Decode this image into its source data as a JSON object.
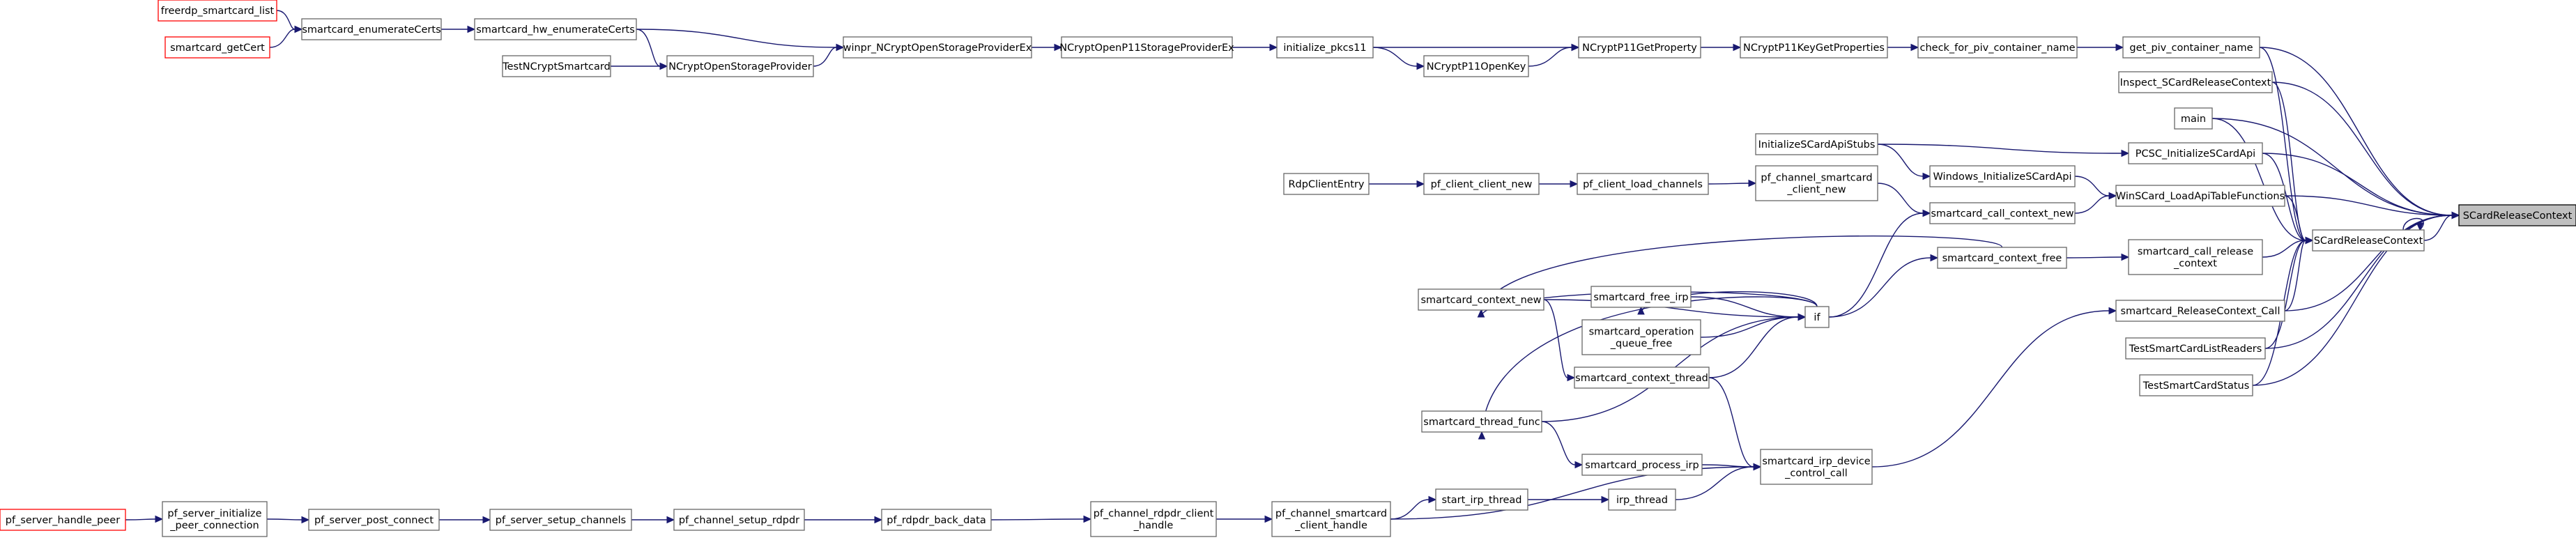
{
  "diagram": {
    "type": "call-graph",
    "colors": {
      "edge": "#191970",
      "box_border": "#666666",
      "missing_border": "#ff0000",
      "root_fill": "#bfbfbf"
    },
    "nodes": {
      "freerdp_smartcard_list": {
        "lines": [
          "freerdp_smartcard_list"
        ],
        "style": "red"
      },
      "smartcard_getCert": {
        "lines": [
          "smartcard_getCert"
        ],
        "style": "red"
      },
      "smartcard_enumerateCerts": {
        "lines": [
          "smartcard_enumerateCerts"
        ]
      },
      "smartcard_hw_enumerateCerts": {
        "lines": [
          "smartcard_hw_enumerateCerts"
        ]
      },
      "TestNCryptSmartcard": {
        "lines": [
          "TestNCryptSmartcard"
        ]
      },
      "NCryptOpenStorageProvider": {
        "lines": [
          "NCryptOpenStorageProvider"
        ]
      },
      "winpr_NCryptOpenStorageProviderEx": {
        "lines": [
          "winpr_NCryptOpenStorageProviderEx"
        ]
      },
      "NCryptOpenP11StorageProviderEx": {
        "lines": [
          "NCryptOpenP11StorageProviderEx"
        ]
      },
      "initialize_pkcs11": {
        "lines": [
          "initialize_pkcs11"
        ]
      },
      "NCryptP11OpenKey": {
        "lines": [
          "NCryptP11OpenKey"
        ]
      },
      "NCryptP11GetProperty": {
        "lines": [
          "NCryptP11GetProperty"
        ]
      },
      "NCryptP11KeyGetProperties": {
        "lines": [
          "NCryptP11KeyGetProperties"
        ]
      },
      "check_for_piv_container_name": {
        "lines": [
          "check_for_piv_container_name"
        ]
      },
      "get_piv_container_name": {
        "lines": [
          "get_piv_container_name"
        ]
      },
      "Inspect_SCardReleaseContext": {
        "lines": [
          "Inspect_SCardReleaseContext"
        ]
      },
      "main": {
        "lines": [
          "main"
        ]
      },
      "InitializeSCardApiStubs": {
        "lines": [
          "InitializeSCardApiStubs"
        ]
      },
      "PCSC_InitializeSCardApi": {
        "lines": [
          "PCSC_InitializeSCardApi"
        ]
      },
      "Windows_InitializeSCardApi": {
        "lines": [
          "Windows_InitializeSCardApi"
        ]
      },
      "RdpClientEntry": {
        "lines": [
          "RdpClientEntry"
        ]
      },
      "pf_client_client_new": {
        "lines": [
          "pf_client_client_new"
        ]
      },
      "pf_client_load_channels": {
        "lines": [
          "pf_client_load_channels"
        ]
      },
      "pf_channel_smartcard_client_new": {
        "lines": [
          "pf_channel_smartcard",
          "_client_new"
        ]
      },
      "WinSCard_LoadApiTableFunctions": {
        "lines": [
          "WinSCard_LoadApiTableFunctions"
        ]
      },
      "smartcard_call_context_new": {
        "lines": [
          "smartcard_call_context_new"
        ]
      },
      "SCardReleaseContext_root": {
        "lines": [
          "SCardReleaseContext"
        ],
        "style": "root"
      },
      "SCardReleaseContext": {
        "lines": [
          "SCardReleaseContext"
        ]
      },
      "smartcard_context_free": {
        "lines": [
          "smartcard_context_free"
        ]
      },
      "smartcard_call_release_context": {
        "lines": [
          "smartcard_call_release",
          "_context"
        ]
      },
      "smartcard_context_new": {
        "lines": [
          "smartcard_context_new"
        ]
      },
      "smartcard_free_irp": {
        "lines": [
          "smartcard_free_irp"
        ]
      },
      "if": {
        "lines": [
          "if"
        ]
      },
      "smartcard_ReleaseContext_Call": {
        "lines": [
          "smartcard_ReleaseContext_Call"
        ]
      },
      "smartcard_operation_queue_free": {
        "lines": [
          "smartcard_operation",
          "_queue_free"
        ]
      },
      "TestSmartCardListReaders": {
        "lines": [
          "TestSmartCardListReaders"
        ]
      },
      "smartcard_context_thread": {
        "lines": [
          "smartcard_context_thread"
        ]
      },
      "TestSmartCardStatus": {
        "lines": [
          "TestSmartCardStatus"
        ]
      },
      "smartcard_thread_func": {
        "lines": [
          "smartcard_thread_func"
        ]
      },
      "smartcard_process_irp": {
        "lines": [
          "smartcard_process_irp"
        ]
      },
      "smartcard_irp_device_control_call": {
        "lines": [
          "smartcard_irp_device",
          "_control_call"
        ]
      },
      "start_irp_thread": {
        "lines": [
          "start_irp_thread"
        ]
      },
      "irp_thread": {
        "lines": [
          "irp_thread"
        ]
      },
      "pf_server_handle_peer": {
        "lines": [
          "pf_server_handle_peer"
        ],
        "style": "red"
      },
      "pf_server_initialize_peer_connection": {
        "lines": [
          "pf_server_initialize",
          "_peer_connection"
        ]
      },
      "pf_server_post_connect": {
        "lines": [
          "pf_server_post_connect"
        ]
      },
      "pf_server_setup_channels": {
        "lines": [
          "pf_server_setup_channels"
        ]
      },
      "pf_channel_setup_rdpdr": {
        "lines": [
          "pf_channel_setup_rdpdr"
        ]
      },
      "pf_rdpdr_back_data": {
        "lines": [
          "pf_rdpdr_back_data"
        ]
      },
      "pf_channel_rdpdr_client_handle": {
        "lines": [
          "pf_channel_rdpdr_client",
          "_handle"
        ]
      },
      "pf_channel_smartcard_client_handle": {
        "lines": [
          "pf_channel_smartcard",
          "_client_handle"
        ]
      }
    },
    "edges": [
      [
        "freerdp_smartcard_list",
        "smartcard_enumerateCerts"
      ],
      [
        "smartcard_getCert",
        "smartcard_enumerateCerts"
      ],
      [
        "smartcard_enumerateCerts",
        "smartcard_hw_enumerateCerts"
      ],
      [
        "smartcard_hw_enumerateCerts",
        "NCryptOpenStorageProvider"
      ],
      [
        "smartcard_hw_enumerateCerts",
        "winpr_NCryptOpenStorageProviderEx"
      ],
      [
        "TestNCryptSmartcard",
        "NCryptOpenStorageProvider"
      ],
      [
        "NCryptOpenStorageProvider",
        "winpr_NCryptOpenStorageProviderEx"
      ],
      [
        "winpr_NCryptOpenStorageProviderEx",
        "NCryptOpenP11StorageProviderEx"
      ],
      [
        "NCryptOpenP11StorageProviderEx",
        "initialize_pkcs11"
      ],
      [
        "initialize_pkcs11",
        "NCryptP11GetProperty"
      ],
      [
        "initialize_pkcs11",
        "NCryptP11OpenKey"
      ],
      [
        "NCryptP11OpenKey",
        "NCryptP11GetProperty"
      ],
      [
        "NCryptP11GetProperty",
        "NCryptP11KeyGetProperties"
      ],
      [
        "NCryptP11KeyGetProperties",
        "check_for_piv_container_name"
      ],
      [
        "check_for_piv_container_name",
        "get_piv_container_name"
      ],
      [
        "get_piv_container_name",
        "SCardReleaseContext_root"
      ],
      [
        "Inspect_SCardReleaseContext",
        "SCardReleaseContext_root"
      ],
      [
        "main",
        "SCardReleaseContext_root"
      ],
      [
        "PCSC_InitializeSCardApi",
        "SCardReleaseContext_root"
      ],
      [
        "WinSCard_LoadApiTableFunctions",
        "SCardReleaseContext_root"
      ],
      [
        "SCardReleaseContext",
        "SCardReleaseContext_root"
      ],
      [
        "smartcard_ReleaseContext_Call",
        "SCardReleaseContext_root"
      ],
      [
        "TestSmartCardListReaders",
        "SCardReleaseContext_root"
      ],
      [
        "TestSmartCardStatus",
        "SCardReleaseContext_root"
      ],
      [
        "get_piv_container_name",
        "SCardReleaseContext"
      ],
      [
        "Inspect_SCardReleaseContext",
        "SCardReleaseContext"
      ],
      [
        "main",
        "SCardReleaseContext"
      ],
      [
        "PCSC_InitializeSCardApi",
        "SCardReleaseContext"
      ],
      [
        "WinSCard_LoadApiTableFunctions",
        "SCardReleaseContext"
      ],
      [
        "smartcard_call_release_context",
        "SCardReleaseContext"
      ],
      [
        "smartcard_ReleaseContext_Call",
        "SCardReleaseContext"
      ],
      [
        "TestSmartCardListReaders",
        "SCardReleaseContext"
      ],
      [
        "TestSmartCardStatus",
        "SCardReleaseContext"
      ],
      [
        "SCardReleaseContext",
        "SCardReleaseContext"
      ],
      [
        "InitializeSCardApiStubs",
        "PCSC_InitializeSCardApi"
      ],
      [
        "InitializeSCardApiStubs",
        "Windows_InitializeSCardApi"
      ],
      [
        "Windows_InitializeSCardApi",
        "WinSCard_LoadApiTableFunctions"
      ],
      [
        "smartcard_call_context_new",
        "WinSCard_LoadApiTableFunctions"
      ],
      [
        "RdpClientEntry",
        "pf_client_client_new"
      ],
      [
        "pf_client_client_new",
        "pf_client_load_channels"
      ],
      [
        "pf_client_load_channels",
        "pf_channel_smartcard_client_new"
      ],
      [
        "pf_channel_smartcard_client_new",
        "smartcard_call_context_new"
      ],
      [
        "if",
        "smartcard_call_context_new"
      ],
      [
        "if",
        "smartcard_context_free"
      ],
      [
        "smartcard_context_free",
        "smartcard_call_release_context"
      ],
      [
        "smartcard_context_free",
        "smartcard_context_new"
      ],
      [
        "if",
        "smartcard_context_new"
      ],
      [
        "if",
        "smartcard_free_irp"
      ],
      [
        "smartcard_context_new",
        "if"
      ],
      [
        "smartcard_free_irp",
        "if"
      ],
      [
        "smartcard_operation_queue_free",
        "if"
      ],
      [
        "smartcard_context_thread",
        "if"
      ],
      [
        "smartcard_thread_func",
        "if"
      ],
      [
        "smartcard_context_new",
        "smartcard_context_thread"
      ],
      [
        "if",
        "smartcard_thread_func"
      ],
      [
        "smartcard_context_thread",
        "smartcard_irp_device_control_call"
      ],
      [
        "smartcard_thread_func",
        "smartcard_process_irp"
      ],
      [
        "smartcard_process_irp",
        "smartcard_irp_device_control_call"
      ],
      [
        "smartcard_irp_device_control_call",
        "smartcard_ReleaseContext_Call"
      ],
      [
        "start_irp_thread",
        "irp_thread"
      ],
      [
        "irp_thread",
        "smartcard_irp_device_control_call"
      ],
      [
        "pf_server_handle_peer",
        "pf_server_initialize_peer_connection"
      ],
      [
        "pf_server_initialize_peer_connection",
        "pf_server_post_connect"
      ],
      [
        "pf_server_post_connect",
        "pf_server_setup_channels"
      ],
      [
        "pf_server_setup_channels",
        "pf_channel_setup_rdpdr"
      ],
      [
        "pf_channel_setup_rdpdr",
        "pf_rdpdr_back_data"
      ],
      [
        "pf_rdpdr_back_data",
        "pf_channel_rdpdr_client_handle"
      ],
      [
        "pf_channel_rdpdr_client_handle",
        "pf_channel_smartcard_client_handle"
      ],
      [
        "pf_channel_smartcard_client_handle",
        "start_irp_thread"
      ],
      [
        "pf_channel_smartcard_client_handle",
        "smartcard_irp_device_control_call"
      ]
    ]
  }
}
